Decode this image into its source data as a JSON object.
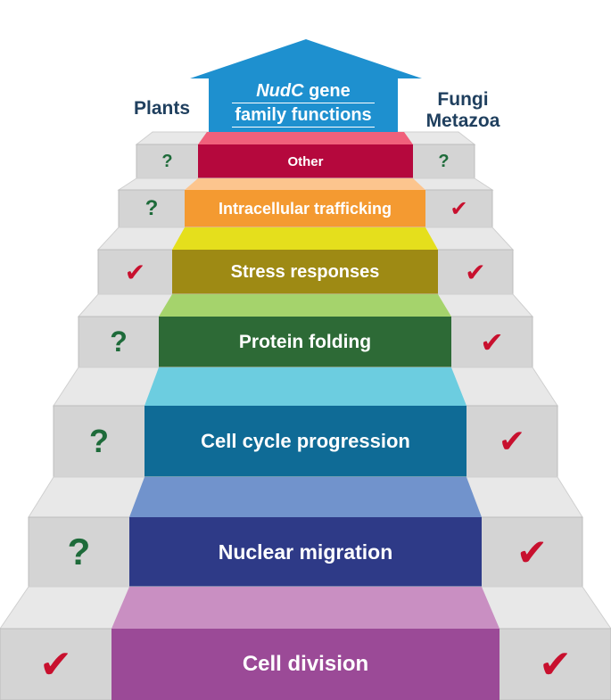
{
  "title": {
    "line1_italic": "NudC",
    "line1_rest": " gene",
    "line2": "family functions"
  },
  "columns": {
    "left": "Plants",
    "right_line1": "Fungi",
    "right_line2": "Metazoa"
  },
  "icons": {
    "question": "question-mark",
    "check": "check-mark"
  },
  "colors": {
    "question": "#1e6b3a",
    "check": "#c8102e",
    "arrow": "#1e90cf"
  },
  "steps": [
    {
      "label": "Cell division",
      "left": "check",
      "right": "check",
      "front": "#9b4a97",
      "top": "#c98fc2"
    },
    {
      "label": "Nuclear migration",
      "left": "question",
      "right": "check",
      "front": "#2e3a87",
      "top": "#7193cc"
    },
    {
      "label": "Cell cycle progression",
      "left": "question",
      "right": "check",
      "front": "#0f6b96",
      "top": "#6ccde0"
    },
    {
      "label": "Protein folding",
      "left": "question",
      "right": "check",
      "front": "#2d6a36",
      "top": "#a5d36c"
    },
    {
      "label": "Stress responses",
      "left": "check",
      "right": "check",
      "front": "#9e8a14",
      "top": "#e5df1c"
    },
    {
      "label": "Intracellular trafficking",
      "left": "question",
      "right": "check",
      "front": "#f49a31",
      "top": "#fcc58e"
    },
    {
      "label": "Other",
      "left": "question",
      "right": "question",
      "front": "#b5083d",
      "top": "#f0607b"
    }
  ]
}
